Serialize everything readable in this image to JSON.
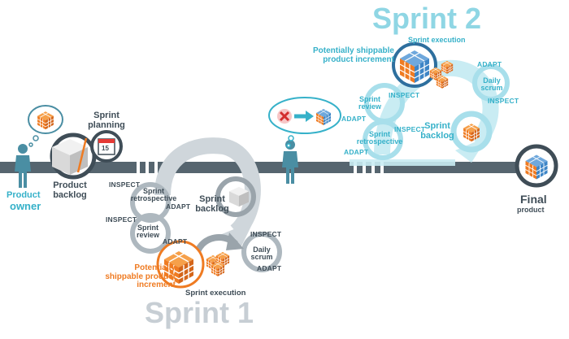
{
  "sprint1": {
    "title": "Sprint 1",
    "execution": "Sprint execution",
    "backlog": "Sprint backlog",
    "daily_scrum": "Daily scrum",
    "review": "Sprint review",
    "retrospective": "Sprint retrospective",
    "increment": "Potentially shippable product increment",
    "inspect_retro": "INSPECT",
    "adapt_retro": "ADAPT",
    "inspect_review": "INSPECT",
    "adapt_review": "ADAPT",
    "inspect_daily": "INSPECT",
    "adapt_daily": "ADAPT"
  },
  "sprint2": {
    "title": "Sprint 2",
    "execution": "Sprint execution",
    "backlog": "Sprint backlog",
    "daily_scrum": "Daily scrum",
    "review": "Sprint review",
    "retrospective": "Sprint retrospective",
    "increment": "Potentially shippable product increment",
    "inspect_review": "INSPECT",
    "adapt_retro": "ADAPT",
    "adapt_review": "ADAPT",
    "inspect_retro": "INSPECT",
    "adapt_daily": "ADAPT",
    "inspect_daily": "INSPECT"
  },
  "planning": {
    "label": "Sprint planning",
    "calendar_day": "15"
  },
  "product_owner": {
    "line1": "Product",
    "line2": "owner"
  },
  "product_backlog": "Product backlog",
  "final_product": {
    "line1": "Final",
    "line2": "product"
  },
  "colors": {
    "dark": "#3f4d57",
    "teal": "#36b1c9",
    "light_teal": "#bfe8f1",
    "orange": "#ef7b22",
    "grey": "#c7ced4"
  },
  "icons": [
    "person-icon",
    "product-backlog-box-icon",
    "calendar-icon",
    "cube-icon",
    "reject-x-icon",
    "arrow-icon",
    "thought-bubble-icon"
  ]
}
